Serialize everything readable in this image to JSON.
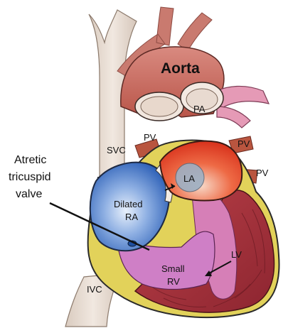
{
  "labels": {
    "aorta": "Aorta",
    "pa": "PA",
    "svc": "SVC",
    "pv_left": "PV",
    "pv_upper_right": "PV",
    "pv_lower_right": "PV",
    "la": "LA",
    "atretic_line1": "Atretic",
    "atretic_line2": "tricuspid",
    "atretic_line3": "valve",
    "dilated_line1": "Dilated",
    "dilated_line2": "RA",
    "small_line1": "Small",
    "small_line2": "RV",
    "lv": "LV",
    "ivc": "IVC"
  },
  "colors": {
    "vessel_tan": "#e8dcd2",
    "aorta_red": "#c8685e",
    "pa_pink": "#e59ab6",
    "la_red": "#e2452c",
    "ra_blue": "#3e73c4",
    "rv_pink": "#cf7fc6",
    "lv_muscle": "#a8343c",
    "outline": "#222222",
    "fat_yellow": "#e2d25a"
  }
}
